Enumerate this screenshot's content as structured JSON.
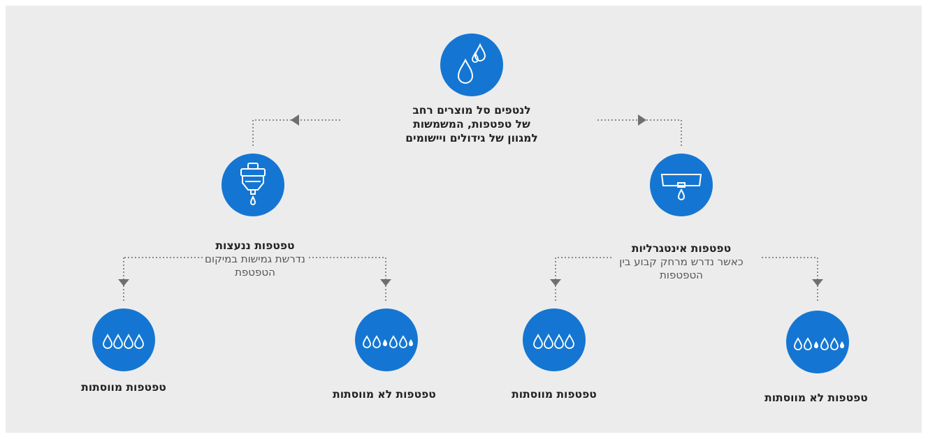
{
  "root": {
    "title_lines": [
      "לנטפים סל מוצרים רחב",
      "של טפטפות, המשמשות",
      "למגוון של גידולים ויישומים"
    ],
    "icon": "water-drops-icon"
  },
  "left_branch": {
    "title": "טפטפות ננעצות",
    "subtitle_lines": [
      "נדרשת גמישות במיקום",
      "הטפטפת"
    ],
    "icon": "on-line-dripper-icon",
    "children": [
      {
        "label": "טפטפות מווסתות",
        "icon": "uniform-drops-icon"
      },
      {
        "label": "טפטפות לא מווסתות",
        "icon": "varied-drops-icon"
      }
    ]
  },
  "right_branch": {
    "title": "טפטפות אינטגרליות",
    "subtitle_lines": [
      "כאשר נדרש מרחק קבוע בין",
      "הטפטפות"
    ],
    "icon": "integral-dripper-icon",
    "children": [
      {
        "label": "טפטפות מווסתות",
        "icon": "uniform-drops-icon"
      },
      {
        "label": "טפטפות לא מווסתות",
        "icon": "varied-drops-icon"
      }
    ]
  },
  "colors": {
    "accent": "#1476d2",
    "background": "#ececec",
    "connector": "#7a7a7a"
  }
}
